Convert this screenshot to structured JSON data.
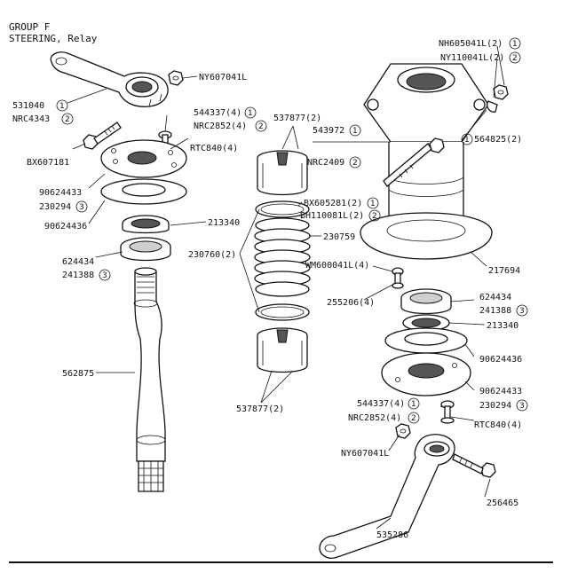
{
  "header": {
    "group": "GROUP F",
    "section": "STEERING, Relay"
  },
  "labels": {
    "l531040": "531040",
    "nrc4343": "NRC4343",
    "ny607041l_top": "NY607041L",
    "bx607181": "BX607181",
    "p544337_left": "544337(4)",
    "nrc2852_left": "NRC2852(4)",
    "rtc840_left": "RTC840(4)",
    "p90624433_left": "90624433",
    "p230294_left": "230294",
    "p90624436_left": "90624436",
    "p213340_left": "213340",
    "p624434_left": "624434",
    "p241388_left": "241388",
    "p562875": "562875",
    "p537877_top": "537877(2)",
    "p543972": "543972",
    "nrc2409": "NRC2409",
    "bx605281": "BX605281(2)",
    "bh110081l": "BH110081L(2)",
    "p230759": "230759",
    "p230760": "230760(2)",
    "p537877_bottom": "537877(2)",
    "nh605041l": "NH605041L(2)",
    "ny110041l": "NY110041L(2)",
    "p564825": "564825(2)",
    "p217694": "217694",
    "wm600041l": "WM600041L(4)",
    "p255206": "255206(4)",
    "p624434_right": "624434",
    "p241388_right": "241388",
    "p213340_right": "213340",
    "p90624436_right": "90624436",
    "p90624433_right": "90624433",
    "p230294_right": "230294",
    "p544337_right": "544337(4)",
    "nrc2852_right": "NRC2852(4)",
    "rtc840_right": "RTC840(4)",
    "ny607041l_bottom": "NY607041L",
    "p256465": "256465",
    "p535286": "535286"
  },
  "callouts": {
    "one": "1",
    "two": "2",
    "three": "3"
  }
}
